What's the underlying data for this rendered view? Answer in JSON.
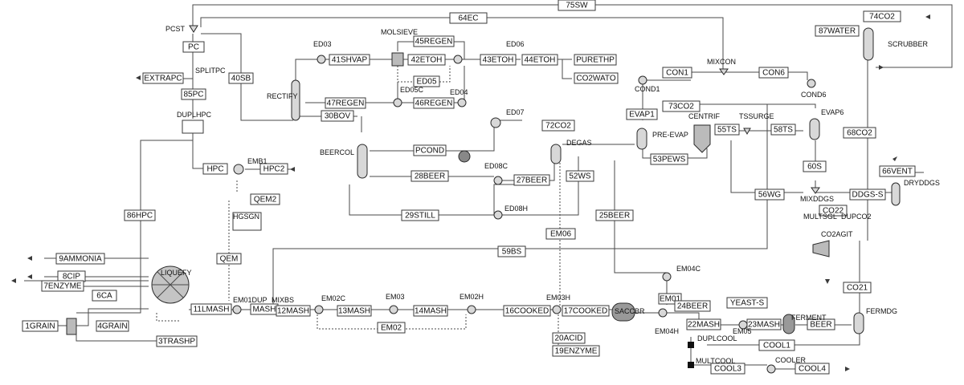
{
  "colors": {
    "line": "#4a4a4a",
    "unit_fill": "#d8d8d8",
    "background": "#ffffff"
  },
  "streams": [
    {
      "id": "s75sw",
      "label": "75SW"
    },
    {
      "id": "s64ec",
      "label": "64EC"
    },
    {
      "id": "s74co2",
      "label": "74CO2"
    },
    {
      "id": "s87water",
      "label": "87WATER"
    },
    {
      "id": "pc",
      "label": "PC"
    },
    {
      "id": "extrapc",
      "label": "EXTRAPC"
    },
    {
      "id": "s85pc",
      "label": "85PC"
    },
    {
      "id": "s40sb",
      "label": "40SB"
    },
    {
      "id": "s45regen",
      "label": "45REGEN"
    },
    {
      "id": "s41shvap",
      "label": "41SHVAP"
    },
    {
      "id": "s42etoh",
      "label": "42ETOH"
    },
    {
      "id": "s43etoh",
      "label": "43ETOH"
    },
    {
      "id": "s44etoh",
      "label": "44ETOH"
    },
    {
      "id": "purethp",
      "label": "PURETHP"
    },
    {
      "id": "co2wato",
      "label": "CO2WATO"
    },
    {
      "id": "ed05",
      "label": "ED05"
    },
    {
      "id": "s46regen",
      "label": "46REGEN"
    },
    {
      "id": "s47regen",
      "label": "47REGEN"
    },
    {
      "id": "s30bov",
      "label": "30BOV"
    },
    {
      "id": "con1",
      "label": "CON1"
    },
    {
      "id": "con6",
      "label": "CON6"
    },
    {
      "id": "s73co2",
      "label": "73CO2"
    },
    {
      "id": "s72co2",
      "label": "72CO2"
    },
    {
      "id": "evap1",
      "label": "EVAP1"
    },
    {
      "id": "s55ts",
      "label": "55TS"
    },
    {
      "id": "s58ts",
      "label": "58TS"
    },
    {
      "id": "s68co2",
      "label": "68CO2"
    },
    {
      "id": "pcond",
      "label": "PCOND"
    },
    {
      "id": "s53pews",
      "label": "53PEWS"
    },
    {
      "id": "hpc",
      "label": "HPC"
    },
    {
      "id": "hpc2",
      "label": "HPC2"
    },
    {
      "id": "s28beer",
      "label": "28BEER"
    },
    {
      "id": "s27beer",
      "label": "27BEER"
    },
    {
      "id": "s52ws",
      "label": "52WS"
    },
    {
      "id": "s60s",
      "label": "60S"
    },
    {
      "id": "s66vent",
      "label": "66VENT"
    },
    {
      "id": "qem2",
      "label": "QEM2"
    },
    {
      "id": "s56wg",
      "label": "56WG"
    },
    {
      "id": "ddgss",
      "label": "DDGS-S"
    },
    {
      "id": "co22",
      "label": "CO22"
    },
    {
      "id": "s29still",
      "label": "29STILL"
    },
    {
      "id": "s25beer",
      "label": "25BEER"
    },
    {
      "id": "s86hpc",
      "label": "86HPC"
    },
    {
      "id": "em06",
      "label": "EM06"
    },
    {
      "id": "s9ammonia",
      "label": "9AMMONIA"
    },
    {
      "id": "s8cip",
      "label": "8CIP"
    },
    {
      "id": "s7enzyme",
      "label": "7ENZYME"
    },
    {
      "id": "s6ca",
      "label": "6CA"
    },
    {
      "id": "qem",
      "label": "QEM"
    },
    {
      "id": "s59bs",
      "label": "59BS"
    },
    {
      "id": "co21",
      "label": "CO21"
    },
    {
      "id": "s11lmash",
      "label": "11LMASH"
    },
    {
      "id": "mash",
      "label": "MASH"
    },
    {
      "id": "s12mash",
      "label": "12MASH"
    },
    {
      "id": "s13mash",
      "label": "13MASH"
    },
    {
      "id": "s14mash",
      "label": "14MASH"
    },
    {
      "id": "s16cooked",
      "label": "16COOKED"
    },
    {
      "id": "s17cooked",
      "label": "17COOKED"
    },
    {
      "id": "em01",
      "label": "EM01"
    },
    {
      "id": "s24beer",
      "label": "24BEER"
    },
    {
      "id": "yeasts",
      "label": "YEAST-S"
    },
    {
      "id": "s22mash",
      "label": "22MASH"
    },
    {
      "id": "s23mash",
      "label": "23MASH"
    },
    {
      "id": "beer",
      "label": "BEER"
    },
    {
      "id": "s1grain",
      "label": "1GRAIN"
    },
    {
      "id": "s4grain",
      "label": "4GRAIN"
    },
    {
      "id": "em02",
      "label": "EM02"
    },
    {
      "id": "s20acid",
      "label": "20ACID"
    },
    {
      "id": "s19enzyme",
      "label": "19ENZYME"
    },
    {
      "id": "cool1",
      "label": "COOL1"
    },
    {
      "id": "s3trashp",
      "label": "3TRASHP"
    },
    {
      "id": "cool3",
      "label": "COOL3"
    },
    {
      "id": "cool4",
      "label": "COOL4"
    }
  ],
  "blocks": [
    {
      "id": "pcst",
      "label": "PCST"
    },
    {
      "id": "splitpc",
      "label": "SPLITPC"
    },
    {
      "id": "duplhpc",
      "label": "DUPLHPC"
    },
    {
      "id": "ed03",
      "label": "ED03"
    },
    {
      "id": "molsieve",
      "label": "MOLSIEVE"
    },
    {
      "id": "ed06",
      "label": "ED06"
    },
    {
      "id": "ed05c",
      "label": "ED05C"
    },
    {
      "id": "ed04",
      "label": "ED04"
    },
    {
      "id": "rectify",
      "label": "RECTIFY"
    },
    {
      "id": "mixcon",
      "label": "MIXCON"
    },
    {
      "id": "cond1",
      "label": "COND1"
    },
    {
      "id": "cond6",
      "label": "COND6"
    },
    {
      "id": "scrubber",
      "label": "SCRUBBER"
    },
    {
      "id": "ed07",
      "label": "ED07"
    },
    {
      "id": "centrif",
      "label": "CENTRIF"
    },
    {
      "id": "tssurge",
      "label": "TSSURGE"
    },
    {
      "id": "preevap",
      "label": "PRE-EVAP"
    },
    {
      "id": "evap6",
      "label": "EVAP6"
    },
    {
      "id": "degas",
      "label": "DEGAS"
    },
    {
      "id": "beercol",
      "label": "BEERCOL"
    },
    {
      "id": "emb1",
      "label": "EMB1"
    },
    {
      "id": "ed08c",
      "label": "ED08C"
    },
    {
      "id": "ed08h",
      "label": "ED08H"
    },
    {
      "id": "hgsgn",
      "label": "HGSGN"
    },
    {
      "id": "mixddgs",
      "label": "MIXDDGS"
    },
    {
      "id": "multsgl",
      "label": "MULTSGL"
    },
    {
      "id": "dupco2",
      "label": "DUPCO2"
    },
    {
      "id": "dryddgs",
      "label": "DRYDDGS"
    },
    {
      "id": "co2agit",
      "label": "CO2AGIT"
    },
    {
      "id": "liquefy",
      "label": "LIQUEFY"
    },
    {
      "id": "em01dup",
      "label": "EM01DUP"
    },
    {
      "id": "mixbs",
      "label": "MIXBS"
    },
    {
      "id": "em02c",
      "label": "EM02C"
    },
    {
      "id": "em03",
      "label": "EM03"
    },
    {
      "id": "em02h",
      "label": "EM02H"
    },
    {
      "id": "em03h",
      "label": "EM03H"
    },
    {
      "id": "em04c",
      "label": "EM04C"
    },
    {
      "id": "saccbr",
      "label": "SACCBR"
    },
    {
      "id": "em04h",
      "label": "EM04H"
    },
    {
      "id": "em05",
      "label": "EM05"
    },
    {
      "id": "ferment",
      "label": "FERMENT"
    },
    {
      "id": "fermdg",
      "label": "FERMDG"
    },
    {
      "id": "duplcool",
      "label": "DUPLCOOL"
    },
    {
      "id": "multcool",
      "label": "MULTCOOL"
    },
    {
      "id": "cooler",
      "label": "COOLER"
    }
  ]
}
